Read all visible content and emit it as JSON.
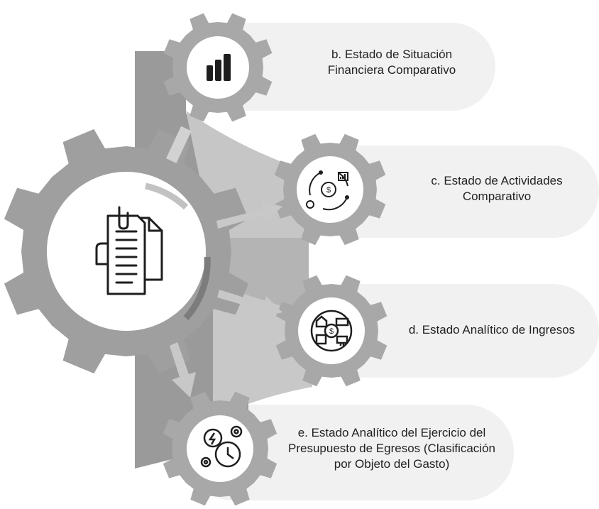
{
  "colors": {
    "background": "#ffffff",
    "pill": "#f1f1f1",
    "band_dark": "#9a9a9a",
    "band_light": "#c4c4c4",
    "gear_main": "#9f9f9f",
    "gear_small": "#a8a8a8",
    "arrow": "#c8c8c8",
    "text": "#222222",
    "icon": "#1e1e1e"
  },
  "center": {
    "icon": "documents-icon"
  },
  "steps": [
    {
      "id": "b",
      "icon": "bar-chart-icon",
      "lines": [
        "b. Estado de Situación",
        "Financiera Comparativo"
      ]
    },
    {
      "id": "c",
      "icon": "money-cycle-icon",
      "lines": [
        "c. Estado de Actividades",
        "Comparativo"
      ]
    },
    {
      "id": "d",
      "icon": "income-sources-icon",
      "lines": [
        "d. Estado Analítico de Ingresos"
      ]
    },
    {
      "id": "e",
      "icon": "expenses-time-icon",
      "lines": [
        "e. Estado Analítico del Ejercicio del",
        "Presupuesto de Egresos (Clasificación",
        "por Objeto del Gasto)"
      ]
    }
  ]
}
